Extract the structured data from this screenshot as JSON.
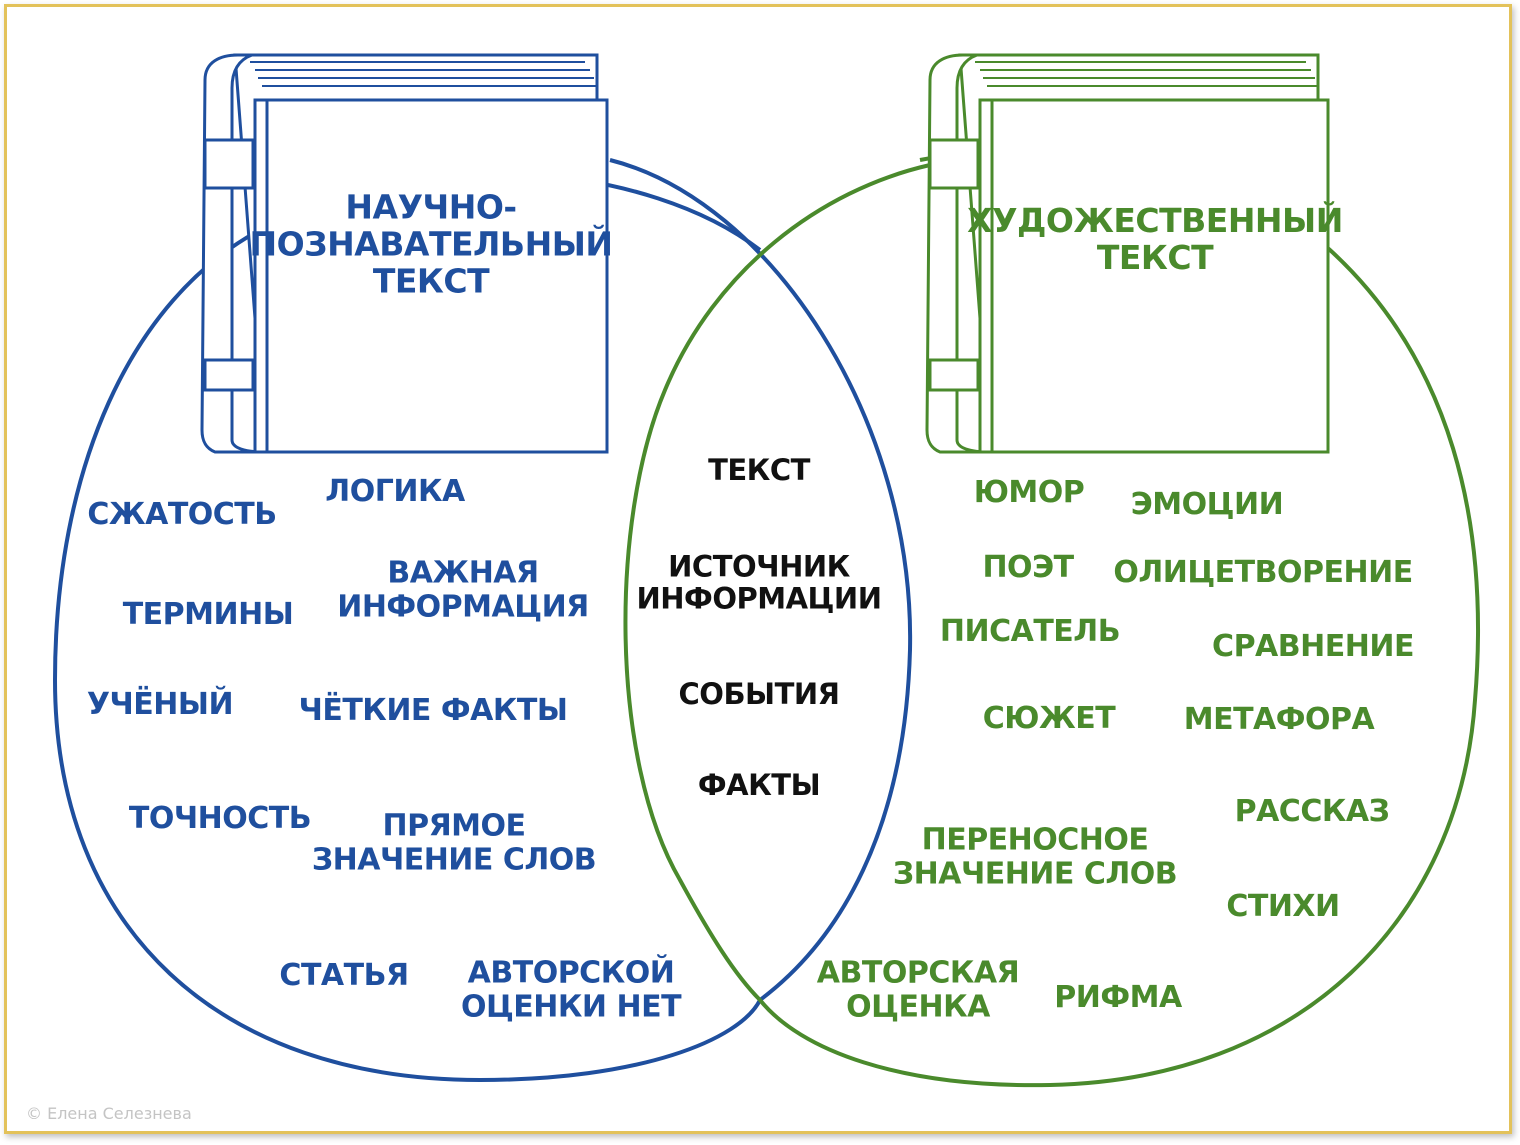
{
  "colors": {
    "scientific": "#1f4f9e",
    "literary": "#4a8a2c",
    "common": "#111111",
    "frame": "#e3c25a"
  },
  "left": {
    "title_line1": "НАУЧНО-",
    "title_line2": "ПОЗНАВАТЕЛЬНЫЙ",
    "title_line3": "ТЕКСТ",
    "words": {
      "szhatost": "СЖАТОСТЬ",
      "logika": "ЛОГИКА",
      "vazhnaya_line1": "ВАЖНАЯ",
      "vazhnaya_line2": "ИНФОРМАЦИЯ",
      "terminy": "ТЕРМИНЫ",
      "uchenyi": "УЧЁНЫЙ",
      "chetkie_fakty": "ЧЁТКИЕ ФАКТЫ",
      "tochnost": "ТОЧНОСТЬ",
      "pryamoe_line1": "ПРЯМОЕ",
      "pryamoe_line2": "ЗНАЧЕНИЕ СЛОВ",
      "statya": "СТАТЬЯ",
      "avtorskoi_line1": "АВТОРСКОЙ",
      "avtorskoi_line2": "ОЦЕНКИ НЕТ"
    }
  },
  "right": {
    "title_line1": "ХУДОЖЕСТВЕННЫЙ",
    "title_line2": "ТЕКСТ",
    "words": {
      "yumor": "ЮМОР",
      "emocii": "ЭМОЦИИ",
      "poet": "ПОЭТ",
      "olicetvorenie": "ОЛИЦЕТВОРЕНИЕ",
      "pisatel": "ПИСАТЕЛЬ",
      "sravnenie": "СРАВНЕНИЕ",
      "syuzhet": "СЮЖЕТ",
      "metafora": "МЕТАФОРА",
      "perenosnoe_line1": "ПЕРЕНОСНОЕ",
      "perenosnoe_line2": "ЗНАЧЕНИЕ СЛОВ",
      "rasskaz": "РАССКАЗ",
      "stihi": "СТИХИ",
      "avtorskaya_line1": "АВТОРСКАЯ",
      "avtorskaya_line2": "ОЦЕНКА",
      "rifma": "РИФМА"
    }
  },
  "common": {
    "tekst": "ТЕКСТ",
    "istochnik_line1": "ИСТОЧНИК",
    "istochnik_line2": "ИНФОРМАЦИИ",
    "sobytiya": "СОБЫТИЯ",
    "fakty": "ФАКТЫ"
  },
  "copyright": "© Елена Селезнева"
}
